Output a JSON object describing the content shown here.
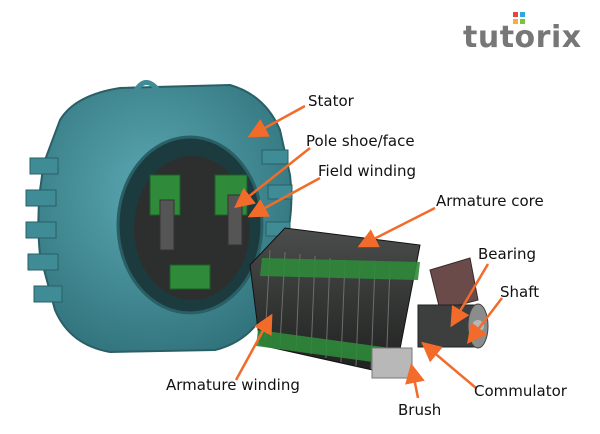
{
  "logo": {
    "text": "tutorix",
    "dot_colors": [
      "#e6463c",
      "#2ea8e0",
      "#f7b32b",
      "#7cc242"
    ]
  },
  "labels": {
    "stator": "Stator",
    "pole_shoe": "Pole shoe/face",
    "field_winding": "Field winding",
    "armature_core": "Armature core",
    "bearing": "Bearing",
    "shaft": "Shaft",
    "armature_winding": "Armature winding",
    "commulator": "Commulator",
    "brush": "Brush"
  },
  "colors": {
    "arrow": "#f26b2a",
    "stator_body": "#3f8c97",
    "winding_green": "#2f8a3a",
    "armature_dark": "#2b2d2c"
  }
}
